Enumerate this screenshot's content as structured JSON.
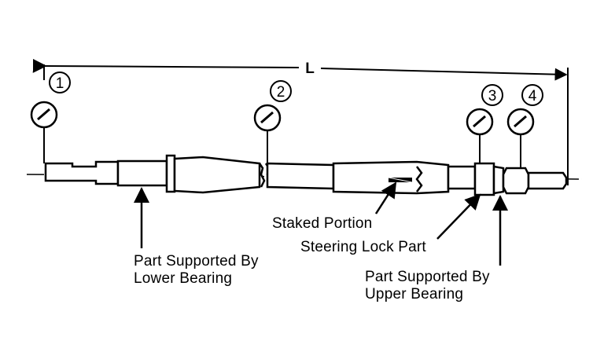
{
  "dimension_label": "L",
  "indicators": [
    {
      "number": "1"
    },
    {
      "number": "2"
    },
    {
      "number": "3"
    },
    {
      "number": "4"
    }
  ],
  "callouts": {
    "staked_portion": "Staked Portion",
    "steering_lock_part": "Steering Lock Part",
    "lower_bearing_line1": "Part Supported By",
    "lower_bearing_line2": "Lower Bearing",
    "upper_bearing_line1": "Part Supported By",
    "upper_bearing_line2": "Upper Bearing"
  }
}
